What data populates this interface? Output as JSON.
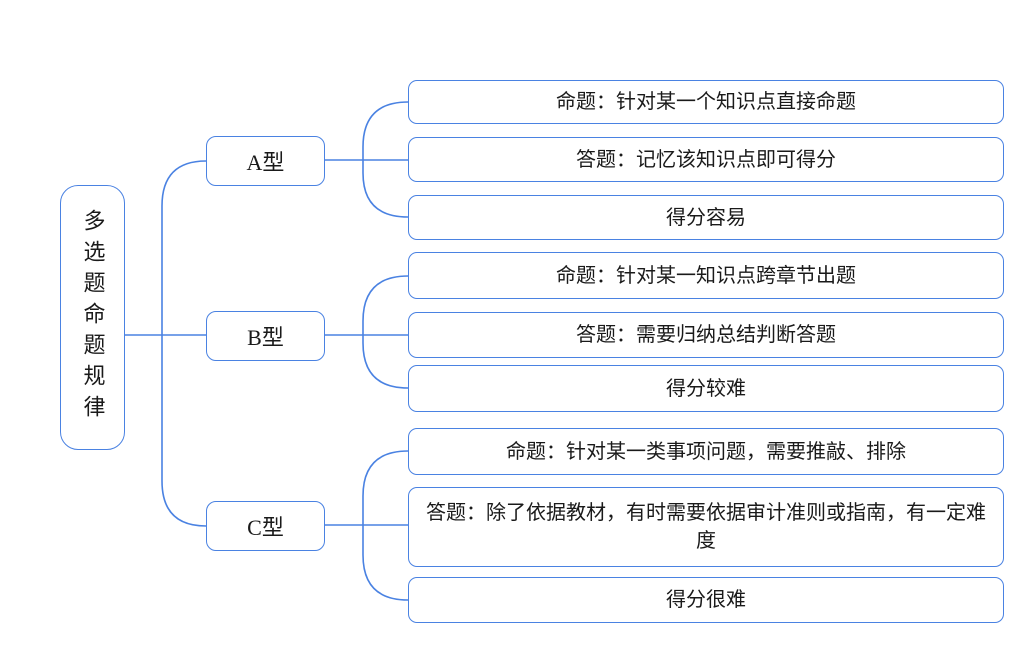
{
  "diagram": {
    "root": {
      "label": "多选题命题规律"
    },
    "branches": [
      {
        "label": "A型",
        "leaves": [
          "命题：针对某一个知识点直接命题",
          "答题：记忆该知识点即可得分",
          "得分容易"
        ]
      },
      {
        "label": "B型",
        "leaves": [
          "命题：针对某一知识点跨章节出题",
          "答题：需要归纳总结判断答题",
          "得分较难"
        ]
      },
      {
        "label": "C型",
        "leaves": [
          "命题：针对某一类事项问题，需要推敲、排除",
          "答题：除了依据教材，有时需要依据审计准则或指南，有一定难度",
          "得分很难"
        ]
      }
    ],
    "colors": {
      "line": "#4a82e2",
      "node_border": "#4a82e2",
      "node_fill": "#ffffff",
      "text": "#1a1a1a"
    }
  }
}
